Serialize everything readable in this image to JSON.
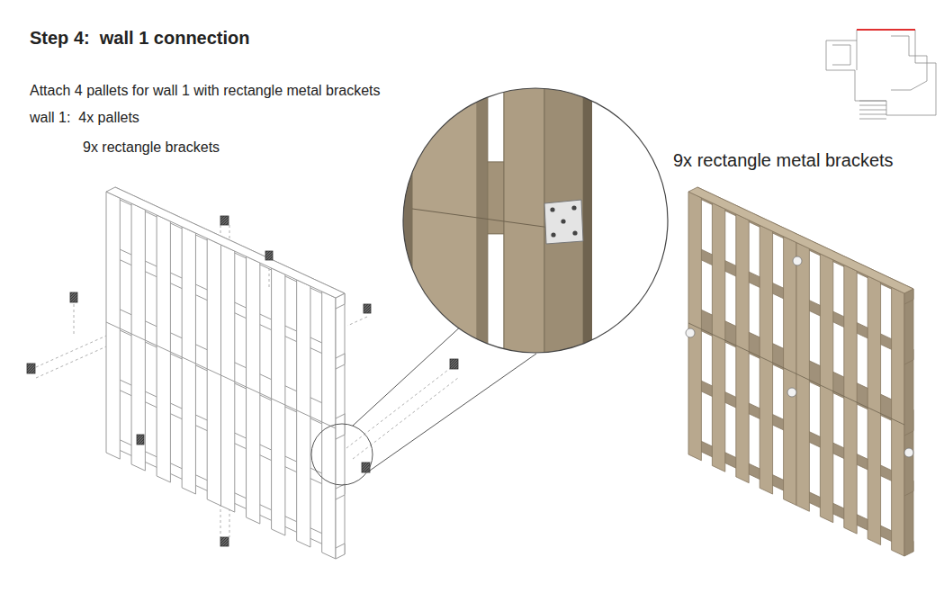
{
  "diagram": {
    "title": "Step 4:  wall 1 connection",
    "labels": [
      "Attach 4 pallets for wall 1 with rectangle metal brackets",
      "wall 1:  4x pallets",
      "9x rectangle brackets",
      "9x rectangle metal brackets"
    ]
  }
}
